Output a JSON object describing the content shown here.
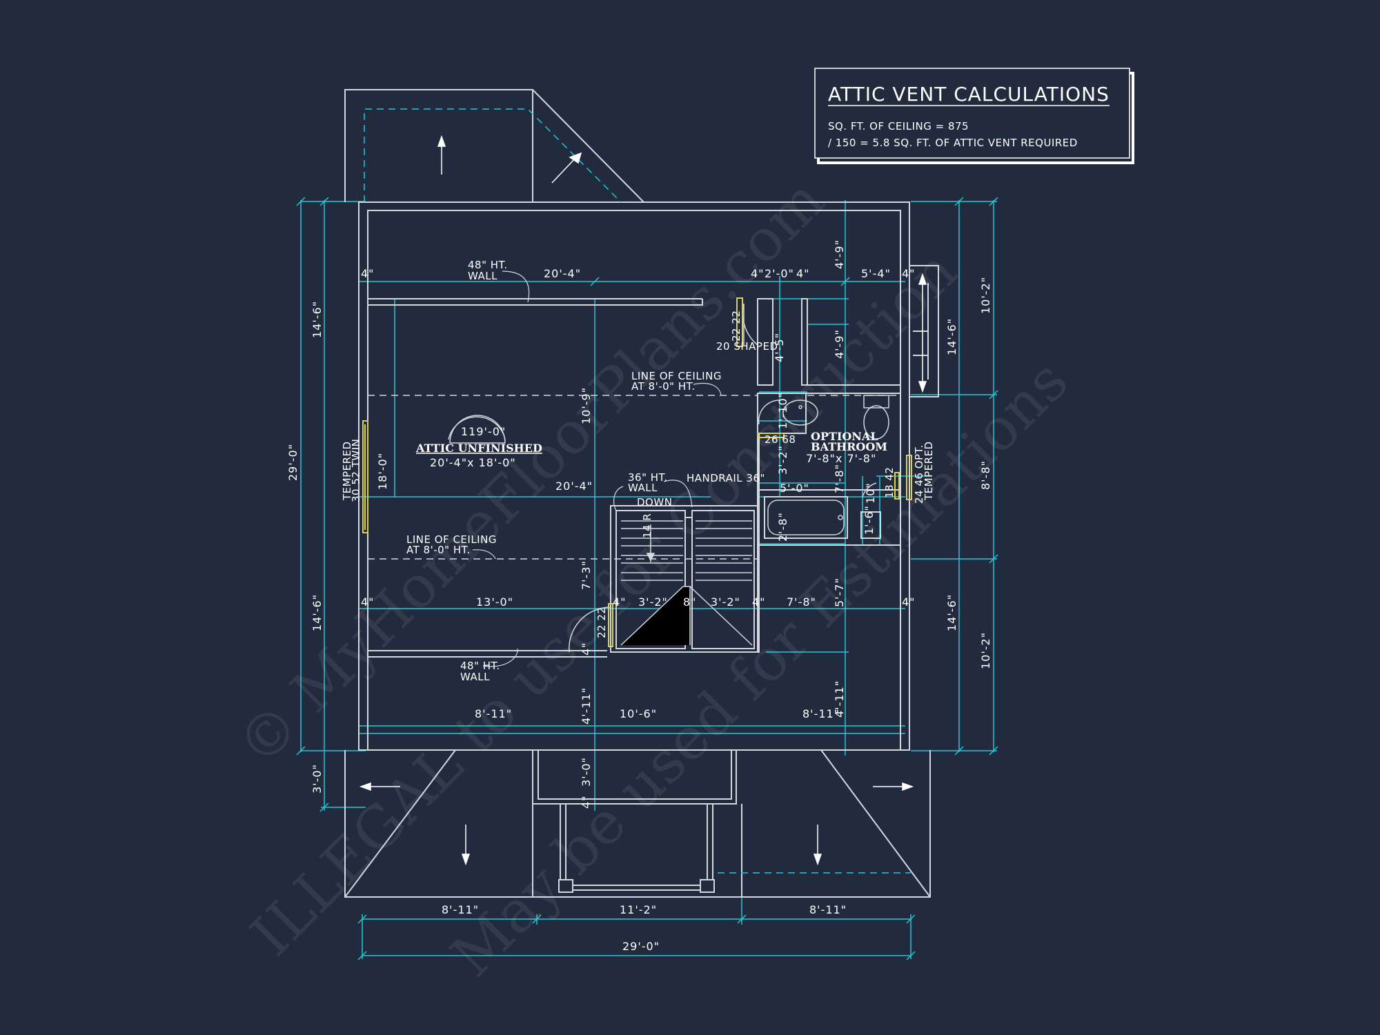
{
  "vent_box": {
    "title": "ATTIC  VENT  CALCULATIONS",
    "line1": "SQ. FT. OF CEILING = 875",
    "line2": "/ 150 = 5.8 SQ. FT. OF ATTIC VENT REQUIRED"
  },
  "rooms": {
    "attic_name": "ATTIC UNFINISHED",
    "attic_size": "20'-4\"x 18'-0\"",
    "attic_arc": "119'-0\"",
    "bath_name_1": "OPTIONAL",
    "bath_name_2": "BATHROOM",
    "bath_size": "7'-8\"x 7'-8\""
  },
  "notes": {
    "wall48_top_1": "48\" HT.",
    "wall48_top_2": "WALL",
    "wall48_bot_1": "48\" HT.",
    "wall48_bot_2": "WALL",
    "ceiling_top_1": "LINE OF CEILING",
    "ceiling_top_2": "AT 8'-0\" HT.",
    "ceiling_bot_1": "LINE OF CEILING",
    "ceiling_bot_2": "AT 8'-0\" HT.",
    "wall36_1": "36\" HT.",
    "wall36_2": "WALL",
    "handrail": "HANDRAIL 36\"",
    "down": "DOWN",
    "risers": "14 R",
    "door_shaped": "20 SHAPED",
    "door_2222_top": "22 22",
    "door_2668": "26 68",
    "door_2222_left": "22 22",
    "door_18": "18 42",
    "window_left_1": "TEMPERED",
    "window_left_2": "30 52 TWIN",
    "window_right_1": "24 46 OPT.",
    "window_right_2": "TEMPERED"
  },
  "dims": {
    "top_2004": "20'-4\"",
    "mid_2004": "20'-4\"",
    "top_4a": "4\"",
    "top_4b": "4\"",
    "top_2_0": "2'-0\"",
    "top_4c": "4\"",
    "top_5_4": "5'-4\"",
    "top_4d": "4\"",
    "bath_4_9a": "4'-9\"",
    "bath_4_9b": "4'-9\"",
    "col_4_5": "4'-5\"",
    "col_1_10": "1'-10\"",
    "col_3_2": "3'-2\"",
    "col_7_8": "7'-8\"",
    "bath_5_0": "5'-0\"",
    "tub_2_8": "2'-8\"",
    "vanity_1_6": "1'-6\"",
    "vanity_10": "10\"",
    "dim_5_7": "5'-7\"",
    "attic_10_9": "10'-9\"",
    "attic_18_0": "18'-0\"",
    "attic_7_3": "7'-3\"",
    "row_4a": "4\"",
    "row_13_0": "13'-0\"",
    "row_4b": "4\"",
    "row_3_2a": "3'-2\"",
    "row_8": "8\"",
    "row_3_2b": "3'-2\"",
    "row_4c": "4\"",
    "row_7_8": "7'-8\"",
    "row_4d": "4\"",
    "low_8_11a": "8'-11\"",
    "low_10_6": "10'-6\"",
    "low_8_11b": "8'-11\"",
    "low_4_11a": "4'-11\"",
    "low_4_11b": "4'-11\"",
    "porch_3_0": "3'-0\"",
    "left_14_6a": "14'-6\"",
    "left_14_6b": "14'-6\"",
    "left_29_0": "29'-0\"",
    "left_3_0": "3'-0\"",
    "right_10_2a": "10'-2\"",
    "right_14_6a": "14'-6\"",
    "right_8_8": "8'-8\"",
    "right_14_6b": "14'-6\"",
    "right_10_2b": "10'-2\"",
    "bot_8_11a": "8'-11\"",
    "bot_11_2": "11'-2\"",
    "bot_8_11b": "8'-11\"",
    "bot_29_0": "29'-0\"",
    "stair_4": "4\"",
    "closet_4": "4\""
  },
  "watermark": {
    "line1": "© MyHomeFloorPlans.com",
    "line2": "ILLEGAL to use for Construction",
    "line3": "May be used for Estimations"
  },
  "colors": {
    "background": "#222a3d",
    "wall": "#d4d7de",
    "dimension": "#22c7d6",
    "window": "#d9d24a"
  }
}
